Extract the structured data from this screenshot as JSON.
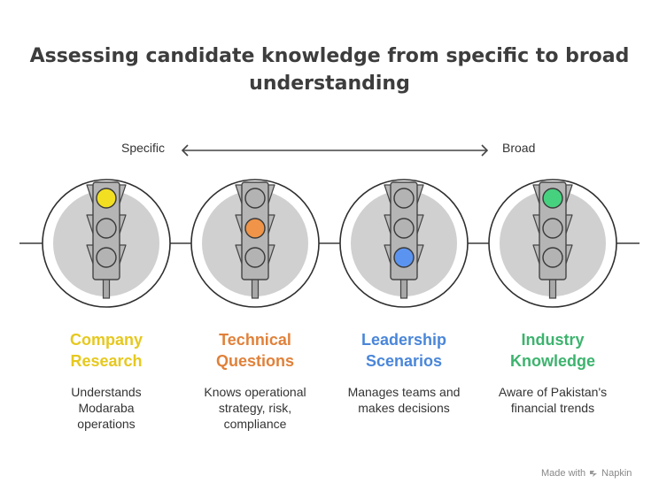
{
  "title_lines": [
    "Assessing candidate knowledge from specific to broad",
    "understanding"
  ],
  "axis": {
    "left_label": "Specific",
    "right_label": "Broad"
  },
  "stages": [
    {
      "title_lines": [
        "Company",
        "Research"
      ],
      "color": "#e6c81e",
      "lit_lamp": "top",
      "lamp_color": "#f2df22",
      "desc_lines": [
        "Understands",
        "Modaraba",
        "operations"
      ]
    },
    {
      "title_lines": [
        "Technical",
        "Questions"
      ],
      "color": "#e0813a",
      "lit_lamp": "middle",
      "lamp_color": "#ef9448",
      "desc_lines": [
        "Knows operational",
        "strategy, risk,",
        "compliance"
      ]
    },
    {
      "title_lines": [
        "Leadership",
        "Scenarios"
      ],
      "color": "#4a86d9",
      "lit_lamp": "bottom",
      "lamp_color": "#5b94f0",
      "desc_lines": [
        "Manages teams and",
        "makes decisions"
      ]
    },
    {
      "title_lines": [
        "Industry",
        "Knowledge"
      ],
      "color": "#3db36e",
      "lit_lamp": "top",
      "lamp_color": "#46d17f",
      "desc_lines": [
        "Aware of Pakistan's",
        "financial trends"
      ]
    }
  ],
  "footer": {
    "made_with": "Made with",
    "brand": "Napkin"
  }
}
